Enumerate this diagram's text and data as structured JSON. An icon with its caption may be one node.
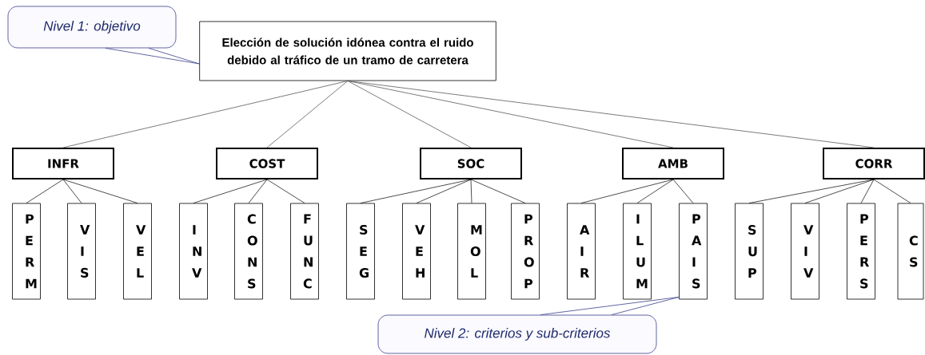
{
  "diagram": {
    "nodes": [
      {
        "text": [
          "Nivel 1: objetivo"
        ]
      },
      {
        "text": [
          "Elección de solución idónea contra el ruido debido al tráfico de un tramo de carretera"
        ]
      },
      {
        "text": [
          "INFR"
        ]
      },
      {
        "text": [
          "COST"
        ]
      },
      {
        "text": [
          "SOC"
        ]
      },
      {
        "text": [
          "AMB"
        ]
      },
      {
        "text": [
          "CORR"
        ]
      },
      {
        "text": [
          "PERM"
        ]
      },
      {
        "text": [
          "VIS"
        ]
      },
      {
        "text": [
          "VEL"
        ]
      },
      {
        "text": [
          "INV"
        ]
      },
      {
        "text": [
          "CONS"
        ]
      },
      {
        "text": [
          "FUNC"
        ]
      },
      {
        "text": [
          "SEG"
        ]
      },
      {
        "text": [
          "VEH"
        ]
      },
      {
        "text": [
          "MOL"
        ]
      },
      {
        "text": [
          "PROP"
        ]
      },
      {
        "text": [
          "AIR"
        ]
      },
      {
        "text": [
          "ILUM"
        ]
      },
      {
        "text": [
          "PAIS"
        ]
      },
      {
        "text": [
          "SUP"
        ]
      },
      {
        "text": [
          "VIV"
        ]
      },
      {
        "text": [
          "PERS"
        ]
      },
      {
        "text": [
          "CS"
        ]
      },
      {
        "text": [
          "Nivel 2: criterios y sub-criterios"
        ]
      }
    ],
    "edges": [
      {
        "from": 0,
        "to": 1,
        "arrow": "none",
        "color": "#3b3f8c"
      },
      {
        "from": 1,
        "to": 2,
        "arrow": "none"
      },
      {
        "from": 1,
        "to": 3,
        "arrow": "none"
      },
      {
        "from": 1,
        "to": 4,
        "arrow": "none"
      },
      {
        "from": 1,
        "to": 5,
        "arrow": "none"
      },
      {
        "from": 1,
        "to": 6,
        "arrow": "none"
      },
      {
        "from": 2,
        "to": 7,
        "arrow": "none"
      },
      {
        "from": 2,
        "to": 8,
        "arrow": "none"
      },
      {
        "from": 2,
        "to": 9,
        "arrow": "none"
      },
      {
        "from": 3,
        "to": 10,
        "arrow": "none"
      },
      {
        "from": 3,
        "to": 11,
        "arrow": "none"
      },
      {
        "from": 3,
        "to": 12,
        "arrow": "none"
      },
      {
        "from": 4,
        "to": 13,
        "arrow": "none"
      },
      {
        "from": 4,
        "to": 14,
        "arrow": "none"
      },
      {
        "from": 4,
        "to": 15,
        "arrow": "none"
      },
      {
        "from": 4,
        "to": 16,
        "arrow": "none"
      },
      {
        "from": 5,
        "to": 17,
        "arrow": "none"
      },
      {
        "from": 5,
        "to": 18,
        "arrow": "none"
      },
      {
        "from": 5,
        "to": 19,
        "arrow": "none"
      },
      {
        "from": 6,
        "to": 20,
        "arrow": "none"
      },
      {
        "from": 6,
        "to": 21,
        "arrow": "none"
      },
      {
        "from": 6,
        "to": 22,
        "arrow": "none"
      },
      {
        "from": 6,
        "to": 23,
        "arrow": "none"
      },
      {
        "from": 24,
        "to": 19,
        "arrow": "none",
        "color": "#3b3f8c"
      }
    ]
  }
}
